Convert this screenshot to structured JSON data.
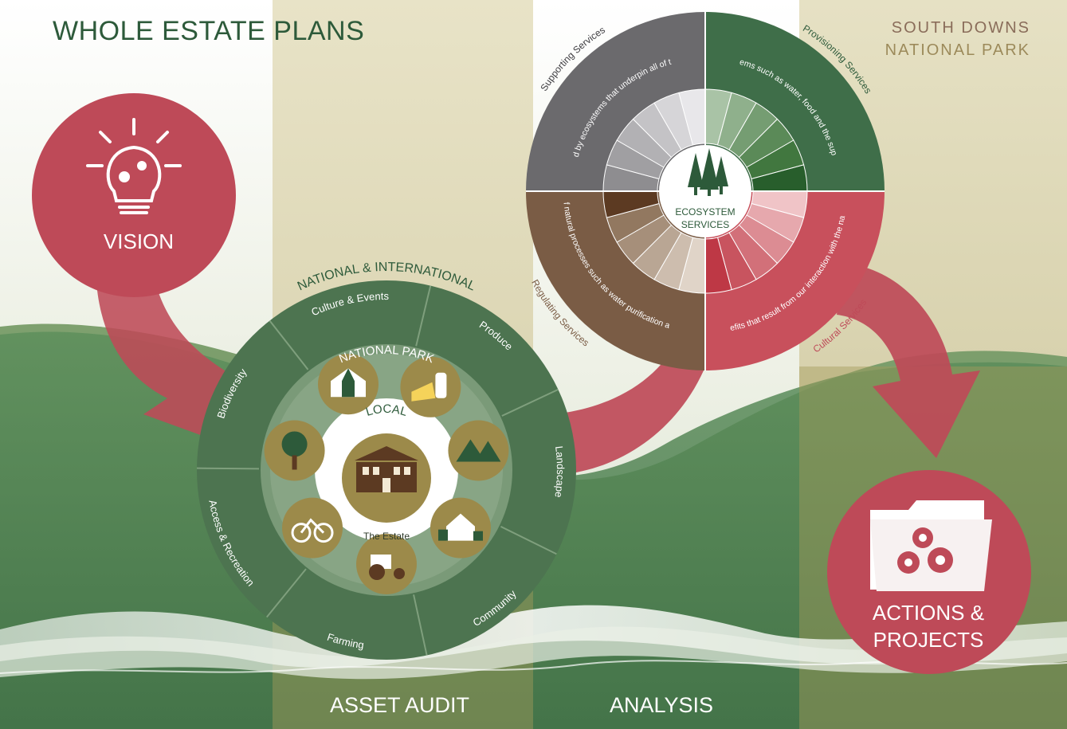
{
  "title": "WHOLE ESTATE PLANS",
  "organisation": {
    "line1": "SOUTH DOWNS",
    "line2": "NATIONAL PARK"
  },
  "stages": {
    "asset_audit": "ASSET AUDIT",
    "analysis": "ANALYSIS"
  },
  "vision": {
    "label": "VISION",
    "icon": "lightbulb-gears-icon"
  },
  "actions": {
    "label": "ACTIONS & PROJECTS",
    "icon": "folder-gears-icon"
  },
  "asset_wheel": {
    "outer_ring_title": "NATIONAL & INTERNATIONAL",
    "middle_ring_title": "NATIONAL PARK",
    "inner_title": "LOCAL",
    "centre_label": "The Estate",
    "segments": [
      "Culture & Events",
      "Produce",
      "Landscape",
      "Community",
      "Farming",
      "Access & Recreation",
      "Biodiversity"
    ],
    "icons": [
      "marquee-icon",
      "produce-icon",
      "mountains-icon",
      "houses-icon",
      "tractor-icon",
      "bicycle-icon",
      "tree-icon"
    ]
  },
  "ecosystem_wheel": {
    "centre_title": "ECOSYSTEM SERVICES",
    "quadrants": [
      {
        "name": "Supporting Services",
        "description": "Functions provided by ecosystems that underpin all of the other services.",
        "color": "#6b6a6d"
      },
      {
        "name": "Provisioning Services",
        "description": "Products of ecosystems such as water, food and the supply of raw materials.",
        "color": "#3f6e49"
      },
      {
        "name": "Cultural Services",
        "description": "'Non-material' benefits that result from our interaction with the natural environment.",
        "color": "#c8505c"
      },
      {
        "name": "Regulating Services",
        "description": "The results of natural processes such as water purification and air quality.",
        "color": "#7a5c45"
      }
    ]
  },
  "colors": {
    "dark_green": "#2d5a3a",
    "wheel_green": "#4d7450",
    "crimson": "#be4a58",
    "gold": "#9c8a4a",
    "brown": "#5c3a22"
  }
}
